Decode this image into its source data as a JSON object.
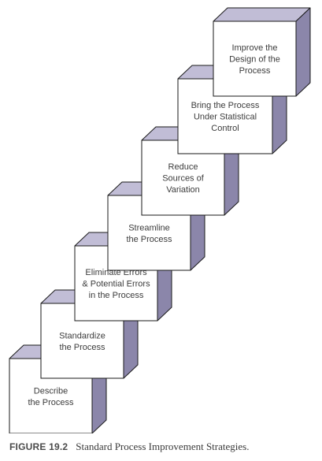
{
  "diagram": {
    "colors": {
      "front": "#ffffff",
      "side": "#8b86aa",
      "top": "#c1bdd6",
      "edge": "#1a1a1a"
    },
    "steps": [
      {
        "lines": [
          "Describe",
          "the Process"
        ]
      },
      {
        "lines": [
          "Standardize",
          "the Process"
        ]
      },
      {
        "lines": [
          "Eliminate Errors",
          "& Potential Errors",
          "in the Process"
        ]
      },
      {
        "lines": [
          "Streamline",
          "the Process"
        ]
      },
      {
        "lines": [
          "Reduce",
          "Sources of",
          "Variation"
        ]
      },
      {
        "lines": [
          "Bring the Process",
          "Under Statistical",
          "Control"
        ]
      },
      {
        "lines": [
          "Improve the",
          "Design of the",
          "Process"
        ]
      }
    ]
  },
  "caption": {
    "label": "FIGURE 19.2",
    "text": "Standard Process Improvement Strategies."
  }
}
